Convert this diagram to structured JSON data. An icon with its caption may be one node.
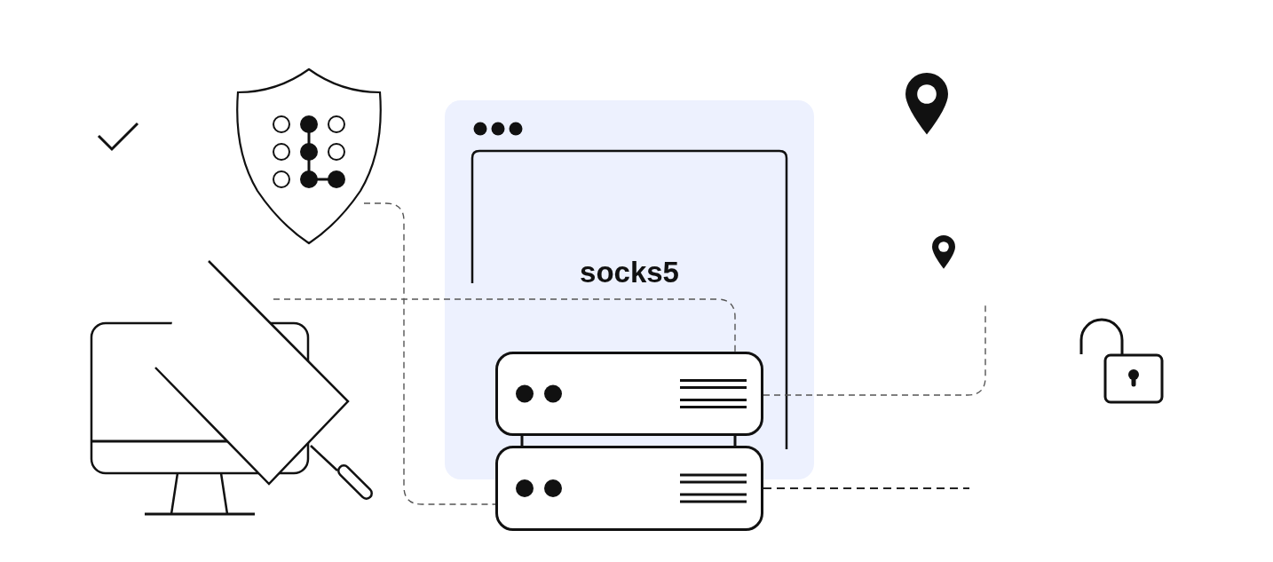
{
  "diagram": {
    "nodes": [
      {
        "text": [
          "socks5"
        ]
      },
      {
        "text": [],
        "shape": "picture"
      },
      {
        "text": [],
        "shape": "box",
        "in": 0
      },
      {
        "text": [],
        "shape": "box"
      },
      {
        "text": [],
        "shape": "picture"
      }
    ],
    "edges": [
      {
        "from": 1,
        "to": 3,
        "arrow": "none",
        "style": "dashed"
      },
      {
        "from": 4,
        "to": 2,
        "arrow": "none",
        "style": "dashed"
      },
      {
        "from": 2,
        "to": null,
        "arrow": "none",
        "style": "dashed"
      },
      {
        "from": 3,
        "to": null,
        "arrow": "none",
        "style": "dashed"
      }
    ]
  }
}
